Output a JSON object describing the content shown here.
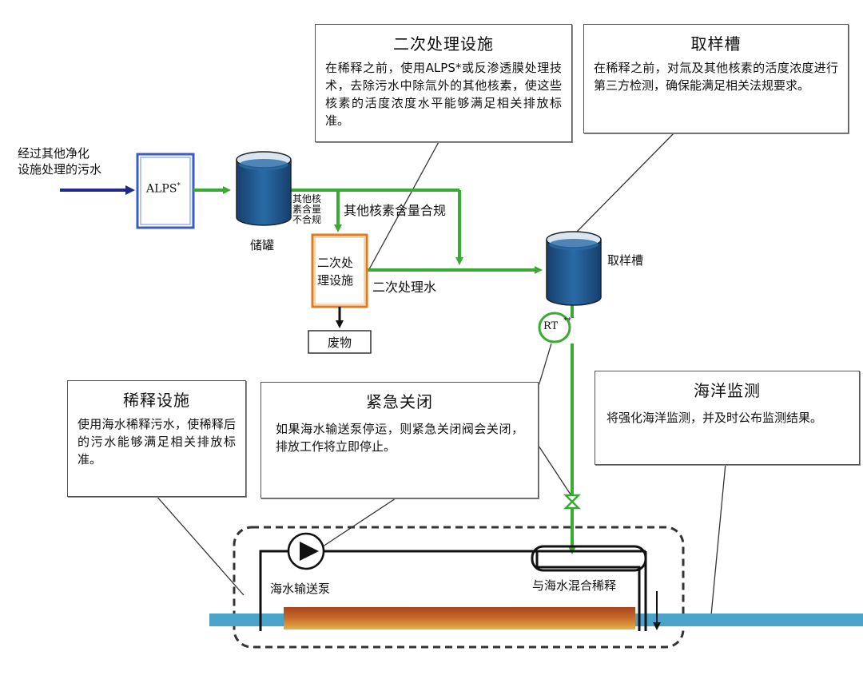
{
  "colors": {
    "flow_green": "#3aaa35",
    "input_navy": "#1f2a8c",
    "alps_border": "#3a5bbf",
    "secondary_border": "#e07a1c",
    "tank_water": "#1f5a96",
    "sea": "#4aa3c8"
  },
  "input_label": [
    "经过其他净化",
    "设施处理的污水"
  ],
  "alps_label": "ALPS",
  "alps_mark": "*",
  "storage_tank_label": "储罐",
  "non_compliant_label": [
    "其他核",
    "素含量",
    "不合规"
  ],
  "compliant_label": "其他核素含量合规",
  "secondary_facility_label": [
    "二次处",
    "理设施"
  ],
  "secondary_water_label": "二次处理水",
  "waste_label": "废物",
  "sampling_tank_label": "取样槽",
  "rt_label": "RT",
  "rt_mark": "**",
  "pump_label": "海水输送泵",
  "mixing_label": "与海水混合稀释",
  "callouts": {
    "secondary": {
      "title": "二次处理设施",
      "body": "在稀释之前，使用ALPS*或反渗透膜处理技术，去除污水中除氚外的其他核素，使这些核素的活度浓度水平能够满足相关排放标准。"
    },
    "sampling": {
      "title": "取样槽",
      "body": "在稀释之前，对氚及其他核素的活度浓度进行第三方检测，确保能满足相关法规要求。"
    },
    "dilution": {
      "title": "稀释设施",
      "body": "使用海水稀释污水，使稀释后的污水能够满足相关排放标准。"
    },
    "emergency": {
      "title": "紧急关闭",
      "body": "如果海水输送泵停运，则紧急关闭阀会关闭，排放工作将立即停止。"
    },
    "marine": {
      "title": "海洋监测",
      "body": "将强化海洋监测，并及时公布监测结果。"
    }
  }
}
